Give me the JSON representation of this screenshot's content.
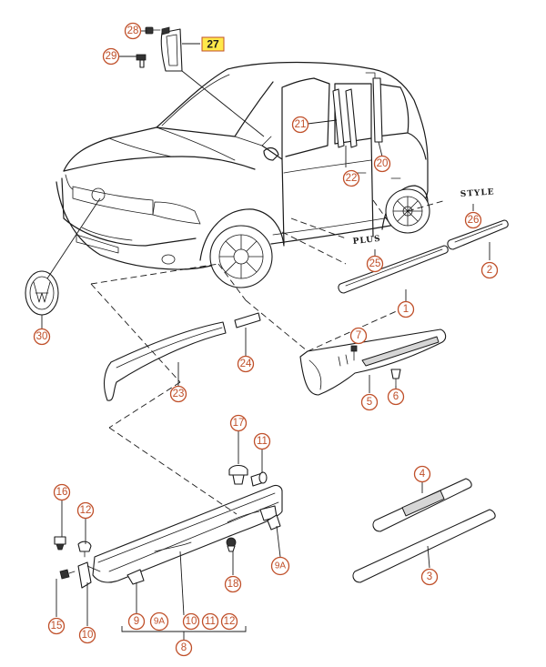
{
  "callouts": [
    {
      "id": "1",
      "label": "1"
    },
    {
      "id": "2",
      "label": "2"
    },
    {
      "id": "3",
      "label": "3"
    },
    {
      "id": "4",
      "label": "4"
    },
    {
      "id": "5",
      "label": "5"
    },
    {
      "id": "6",
      "label": "6"
    },
    {
      "id": "7",
      "label": "7"
    },
    {
      "id": "8",
      "label": "8"
    },
    {
      "id": "9",
      "label": "9"
    },
    {
      "id": "9A-left",
      "label": "9A"
    },
    {
      "id": "9A-right",
      "label": "9A"
    },
    {
      "id": "10-bottom",
      "label": "10"
    },
    {
      "id": "10-group",
      "label": "10"
    },
    {
      "id": "11-top",
      "label": "11"
    },
    {
      "id": "11-group",
      "label": "11"
    },
    {
      "id": "12-top",
      "label": "12"
    },
    {
      "id": "12-group",
      "label": "12"
    },
    {
      "id": "15",
      "label": "15"
    },
    {
      "id": "16",
      "label": "16"
    },
    {
      "id": "17",
      "label": "17"
    },
    {
      "id": "18",
      "label": "18"
    },
    {
      "id": "20",
      "label": "20"
    },
    {
      "id": "21",
      "label": "21"
    },
    {
      "id": "22",
      "label": "22"
    },
    {
      "id": "23",
      "label": "23"
    },
    {
      "id": "24",
      "label": "24"
    },
    {
      "id": "25",
      "label": "25"
    },
    {
      "id": "26",
      "label": "26"
    },
    {
      "id": "27",
      "label": "27",
      "highlighted": true
    },
    {
      "id": "28",
      "label": "28"
    },
    {
      "id": "29",
      "label": "29"
    },
    {
      "id": "30",
      "label": "30"
    }
  ],
  "badges": {
    "plus": "PLUS",
    "style": "STYLE"
  },
  "colors": {
    "callout": "#c0502a",
    "highlight": "#ffe94a",
    "line": "#1a1a1a"
  }
}
